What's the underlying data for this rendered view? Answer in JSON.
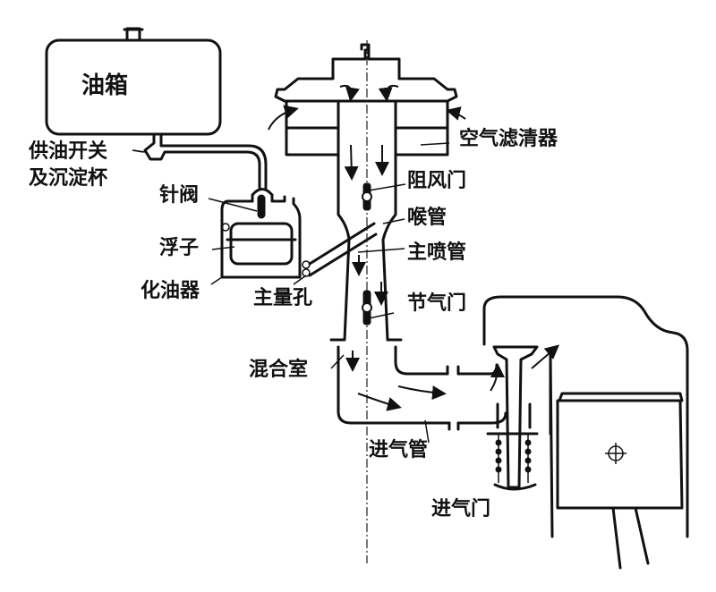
{
  "diagram": {
    "title": "化油器式供油系统示意图",
    "labels": {
      "fuel_tank": "油箱",
      "fuel_valve_line1": "供油开关",
      "fuel_valve_line2": "及沉淀杯",
      "needle_valve": "针阀",
      "float": "浮子",
      "carburetor": "化油器",
      "main_jet": "主量孔",
      "air_filter": "空气滤清器",
      "choke_valve": "阻风门",
      "venturi": "喉管",
      "main_nozzle": "主喷管",
      "throttle_valve": "节气门",
      "mixing_chamber": "混合室",
      "intake_manifold": "进气管",
      "intake_valve": "进气门"
    }
  }
}
